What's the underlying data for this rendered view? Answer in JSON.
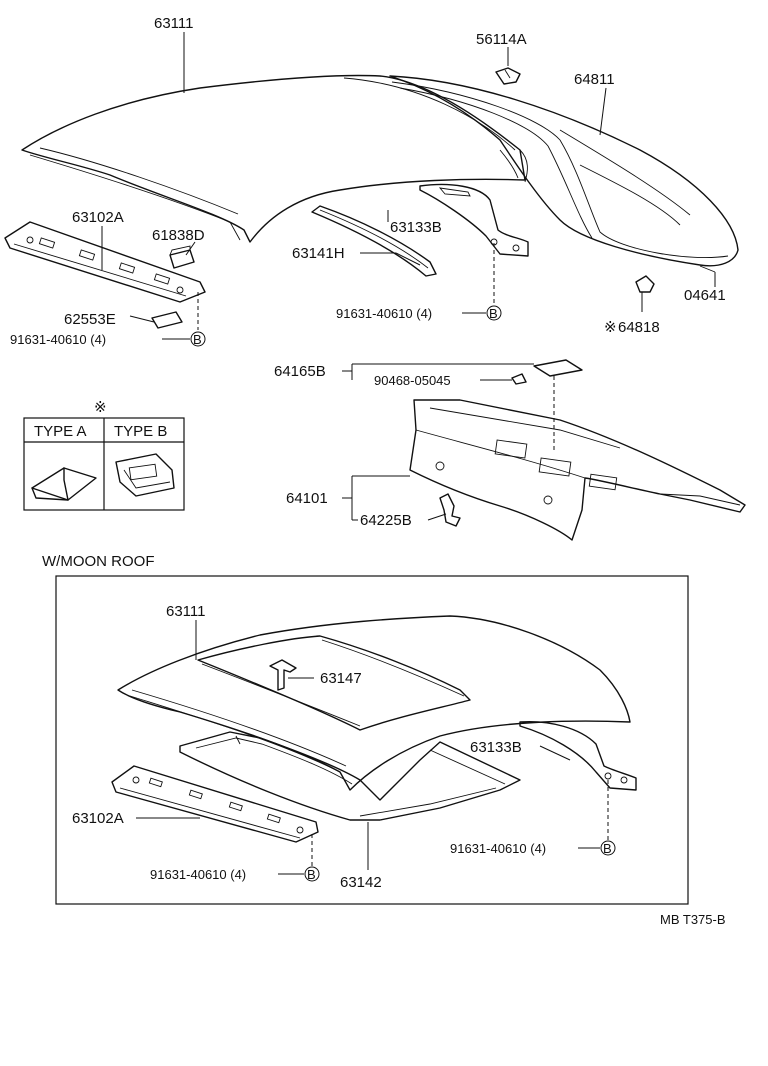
{
  "main_labels": {
    "p63111": "63111",
    "p56114A": "56114A",
    "p64811": "64811",
    "p63102A": "63102A",
    "p61838D": "61838D",
    "p63133B": "63133B",
    "p63141H": "63141H",
    "p04641": "04641",
    "p62553E": "62553E",
    "bolt_left": "91631-40610 (4)",
    "bolt_mid": "91631-40610 (4)",
    "p64818": "64818",
    "p64165B": "64165B",
    "p90468": "90468-05045",
    "p64101": "64101",
    "p64225B": "64225B"
  },
  "markers": {
    "b": "B",
    "star": "※",
    "star_small": "※"
  },
  "type_table": {
    "col_a": "TYPE A",
    "col_b": "TYPE B"
  },
  "moon_roof": {
    "title": "W/MOON ROOF",
    "p63111": "63111",
    "p63147": "63147",
    "p63133B": "63133B",
    "p63102A": "63102A",
    "bolt_right": "91631-40610 (4)",
    "bolt_left": "91631-40610 (4)",
    "p63142": "63142"
  },
  "footer": {
    "code": "MB T375-B"
  }
}
